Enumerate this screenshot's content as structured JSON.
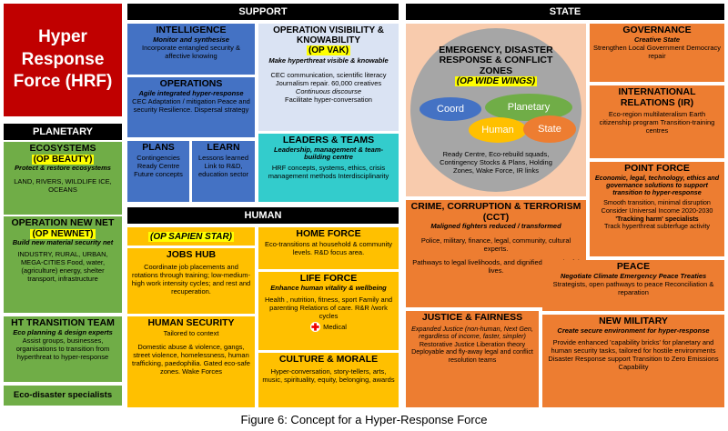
{
  "hrf": {
    "title": "Hyper Response Force (HRF)"
  },
  "planetary": {
    "header": "PLANETARY",
    "ecosystems": {
      "title": "ECOSYSTEMS",
      "tag": "(OP BEAUTY)",
      "sub": "Protect & restore ecosystems",
      "body": "LAND, RIVERS, WILDLIFE ICE, OCEANS"
    },
    "newnet": {
      "title": "OPERATION NEW NET",
      "tag": "(OP NEWNET)",
      "sub": "Build new material security net",
      "body": "INDUSTRY, RURAL, URBAN, MEGA-CITIES Food, water, (agriculture) energy, shelter transport, infrastructure"
    },
    "transition": {
      "title": "HT TRANSITION TEAM",
      "sub": "Eco planning & design experts",
      "body": "Assist groups, businesses, organisations to transition from hyperthreat to hyper-response"
    },
    "eco": {
      "title": "Eco-disaster specialists"
    }
  },
  "support": {
    "header": "SUPPORT",
    "intelligence": {
      "title": "INTELLIGENCE",
      "sub": "Monitor and synthesise",
      "body": "Incorporate entangled security & affective knowing"
    },
    "operations": {
      "title": "OPERATIONS",
      "sub": "Agile integrated hyper-response",
      "body": "CEC Adaptation / mitigation Peace and security Resilience. Dispersal strategy"
    },
    "plans": {
      "title": "PLANS",
      "body": "Contingencies Ready Centre Future concepts"
    },
    "learn": {
      "title": "LEARN",
      "body": "Lessons learned Link to R&D, education sector"
    },
    "vak": {
      "title": "OPERATION VISIBILITY & KNOWABILITY",
      "tag": "(OP VAK)",
      "sub": "Make hyperthreat visible & knowable",
      "body": "CEC communication, scientific literacy Journalism repair. 60,000 creatives",
      "body_i": "Continuous discourse",
      "body2": "Facilitate hyper-conversation"
    },
    "leaders": {
      "title": "LEADERS & TEAMS",
      "sub": "Leadership, management & team-building centre",
      "body": "HRF concepts, systems, ethics, crisis management methods Interdisciplinarity"
    }
  },
  "human": {
    "header": "HUMAN",
    "sapien": {
      "tag": "(OP SAPIEN STAR)"
    },
    "jobs": {
      "title": "JOBS HUB",
      "body": "Coordinate job placements and rotations through training; low-medium-high work intensity cycles; and rest and recuperation."
    },
    "security": {
      "title": "HUMAN SECURITY",
      "body": "Tailored to context",
      "body2": "Domestic abuse & violence, gangs, street violence, homelessness, human trafficking, paedophilia. Gated eco-safe zones. Wake Forces"
    },
    "home": {
      "title": "HOME FORCE",
      "body": "Eco-transitions at household & community levels. R&D focus area."
    },
    "life": {
      "title": "LIFE FORCE",
      "sub": "Enhance human vitality & wellbeing",
      "body": "Health , nutrition, fitness, sport Family and parenting Relations of care. R&R /work cycles",
      "medical": "Medical"
    },
    "culture": {
      "title": "CULTURE & MORALE",
      "body": "Hyper-conversation, story-tellers, arts, music, spirituality, equity, belonging, awards"
    }
  },
  "state": {
    "header": "STATE",
    "emergency": {
      "title": "EMERGENCY, DISASTER RESPONSE & CONFLICT ZONES",
      "tag": "(OP WIDE WINGS)",
      "coord": "Coord",
      "planetary": "Planetary",
      "human": "Human",
      "state": "State",
      "body": "Ready Centre, Eco-rebuild squads, Contingency Stocks & Plans, Holding Zones, Wake Force, IR links"
    },
    "governance": {
      "title": "GOVERNANCE",
      "sub": "Creative State",
      "body": "Strengthen Local Government Democracy repair"
    },
    "ir": {
      "title": "INTERNATIONAL RELATIONS (IR)",
      "body": "Eco-region multilateralism Earth citizenship program Transition-training centres"
    },
    "point": {
      "title": "POINT FORCE",
      "sub": "Economic, legal, technology, ethics and governance solutions to support transition to hyper-response",
      "body": "Smooth transition, minimal disruption",
      "body_c": "Consider Universal Income 2020-2030",
      "body_d": "'Tracking harm' specialists",
      "body2": "Track hyperthreat subterfuge activity"
    },
    "cct": {
      "title": "CRIME, CORRUPTION & TERRORISM (CCT)",
      "sub": "Maligned fighters reduced / transformed",
      "body": "Police, military, finance, legal, community, cultural experts.",
      "body2": "Pathways to legal livelihoods, and dignified, meaningful lives."
    },
    "justice": {
      "title": "JUSTICE & FAIRNESS",
      "body": "Expanded Justice (non-human, Next Gen, regardless of income, faster, simpler)",
      "body2": "Restorative Justice Liberation theory Deployable and fly-away legal and conflict resolution teams"
    },
    "peace": {
      "title": "PEACE",
      "sub": "Negotiate Climate Emergency Peace Treaties",
      "body": "Strategists, open pathways to peace Reconciliation & reparation"
    },
    "military": {
      "title": "NEW MILITARY",
      "sub": "Create secure environment for hyper-response",
      "body": "Provide enhanced 'capability bricks' for planetary and human security tasks, tailored for hostile environments",
      "body2": "Disaster Response support Transition to Zero Emissions Capability"
    }
  },
  "caption": "Figure 6: Concept for a Hyper-Response Force"
}
